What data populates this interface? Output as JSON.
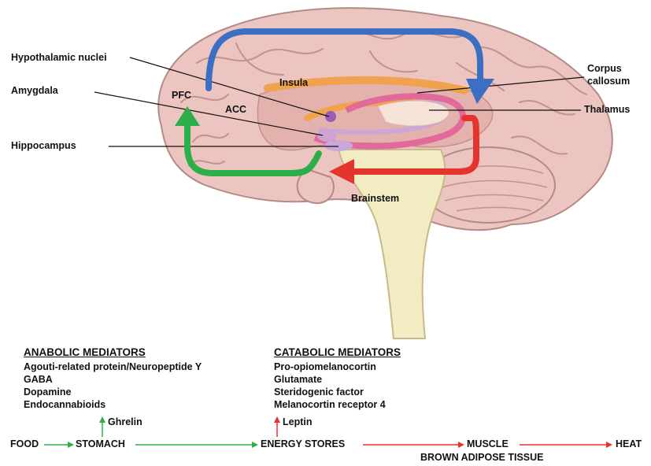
{
  "brain_labels": {
    "hypothalamic_nuclei": "Hypothalamic nuclei",
    "amygdala": "Amygdala",
    "hippocampus": "Hippocampus",
    "corpus_callosum_1": "Corpus",
    "corpus_callosum_2": "callosum",
    "thalamus": "Thalamus",
    "insula": "Insula",
    "pfc": "PFC",
    "acc": "ACC",
    "brainstem": "Brainstem"
  },
  "anabolic": {
    "heading": "ANABOLIC MEDIATORS",
    "items": [
      "Agouti-related protein/Neuropeptide Y",
      "GABA",
      "Dopamine",
      "Endocannabioids"
    ]
  },
  "catabolic": {
    "heading": "CATABOLIC MEDIATORS",
    "items": [
      "Pro-opiomelanocortin",
      "Glutamate",
      "Steridogenic factor",
      "Melanocortin receptor 4"
    ]
  },
  "flow": {
    "food": "FOOD",
    "stomach": "STOMACH",
    "ghrelin": "Ghrelin",
    "energy_stores": "ENERGY STORES",
    "leptin": "Leptin",
    "muscle": "MUSCLE",
    "heat": "HEAT",
    "brown_adipose": "BROWN ADIPOSE TISSUE"
  },
  "colors": {
    "brain_fill": "#ecc4c0",
    "brain_stroke": "#b48a86",
    "stem_fill": "#f3ecc2",
    "blue_arrow": "#3b6fc4",
    "green_arrow": "#2cae48",
    "red_arrow": "#e5332d",
    "insula_orange": "#f0a34c",
    "pink_band": "#e26a9a",
    "lavender": "#c9a7d6"
  }
}
